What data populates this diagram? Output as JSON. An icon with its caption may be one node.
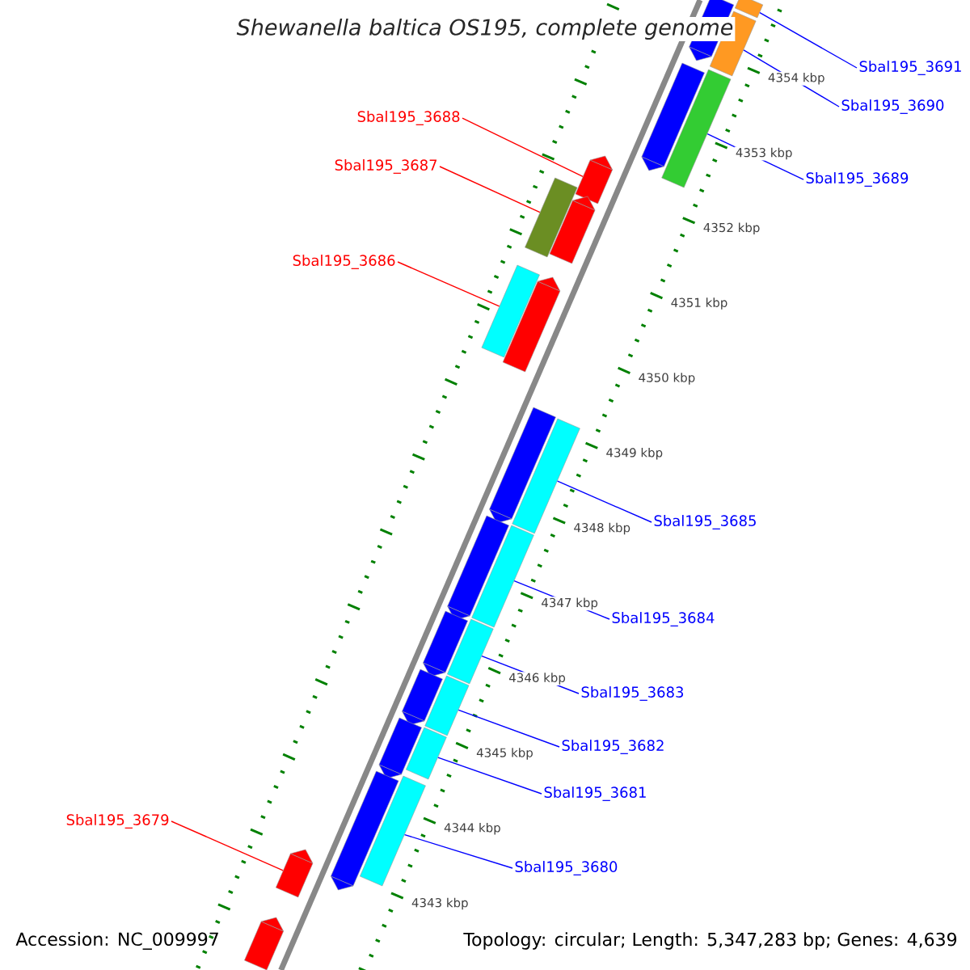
{
  "diagram": {
    "title": "Shewanella baltica OS195, complete genome",
    "nodes": [
      {
        "text": [
          "Sbal195_3691"
        ]
      },
      {
        "text": [
          "Sbal195_3690"
        ]
      },
      {
        "text": [
          "Sbal195_3688"
        ]
      },
      {
        "text": [
          "Sbal195_3687"
        ]
      },
      {
        "text": [
          "Sbal195_3689"
        ]
      },
      {
        "text": [
          "Sbal195_3686"
        ]
      },
      {
        "text": [
          "Sbal195_3685"
        ]
      },
      {
        "text": [
          "Sbal195_3684"
        ]
      },
      {
        "text": [
          "Sbal195_3683"
        ]
      },
      {
        "text": [
          "Sbal195_3682"
        ]
      },
      {
        "text": [
          "Sbal195_3681"
        ]
      },
      {
        "text": [
          "Sbal195_3679"
        ]
      },
      {
        "text": [
          "Sbal195_3680"
        ]
      },
      {
        "text": [],
        "shape": "bar"
      },
      {
        "text": [],
        "shape": "bar"
      },
      {
        "text": [],
        "shape": "bar"
      },
      {
        "text": [],
        "shape": "bar"
      },
      {
        "text": [],
        "shape": "bar"
      },
      {
        "text": [],
        "shape": "bar"
      },
      {
        "text": [],
        "shape": "bar"
      },
      {
        "text": [],
        "shape": "bar"
      },
      {
        "text": [],
        "shape": "bar"
      },
      {
        "text": [],
        "shape": "bar"
      },
      {
        "text": [],
        "shape": "bar"
      },
      {
        "text": [],
        "shape": "bar"
      },
      {
        "text": [],
        "shape": "bar"
      },
      {
        "text": [],
        "shape": "bar"
      },
      {
        "text": [],
        "shape": "bar"
      },
      {
        "text": [],
        "shape": "bar"
      },
      {
        "text": [],
        "shape": "bar"
      },
      {
        "text": [],
        "shape": "bar"
      },
      {
        "text": [],
        "shape": "bar"
      },
      {
        "text": [],
        "shape": "bar"
      },
      {
        "text": [],
        "shape": "bar"
      },
      {
        "text": [],
        "shape": "bar"
      },
      {
        "text": [],
        "shape": "bar"
      },
      {
        "text": [],
        "shape": "bar"
      }
    ],
    "edges": [
      {
        "from": 0,
        "to": 13,
        "arrow": "none"
      },
      {
        "from": 1,
        "to": 14,
        "arrow": "none"
      },
      {
        "from": 2,
        "to": 16,
        "arrow": "none",
        "color": "#ff0000"
      },
      {
        "from": 3,
        "to": 17,
        "arrow": "none",
        "color": "#ff0000"
      },
      {
        "from": 4,
        "to": 15,
        "arrow": "none"
      },
      {
        "from": 5,
        "to": 18,
        "arrow": "none",
        "color": "#ff0000"
      },
      {
        "from": 6,
        "to": 19,
        "arrow": "none"
      },
      {
        "from": 7,
        "to": 20,
        "arrow": "none"
      },
      {
        "from": 8,
        "to": 21,
        "arrow": "none"
      },
      {
        "from": 9,
        "to": 22,
        "arrow": "none"
      },
      {
        "from": 10,
        "to": 23,
        "arrow": "none"
      },
      {
        "from": 11,
        "to": 25,
        "arrow": "none",
        "color": "#ff0000"
      },
      {
        "from": 12,
        "to": 24,
        "arrow": "none"
      }
    ],
    "labels": [
      "4354 kbp",
      "4353 kbp",
      "4352 kbp",
      "4351 kbp",
      "4350 kbp",
      "4349 kbp",
      "4348 kbp",
      "4347 kbp",
      "4346 kbp",
      "4345 kbp",
      "4344 kbp",
      "4343 kbp",
      "Accession: NC_009997",
      "Topology: circular; Length: 5,347,283 bp; Genes: 4,639"
    ]
  }
}
